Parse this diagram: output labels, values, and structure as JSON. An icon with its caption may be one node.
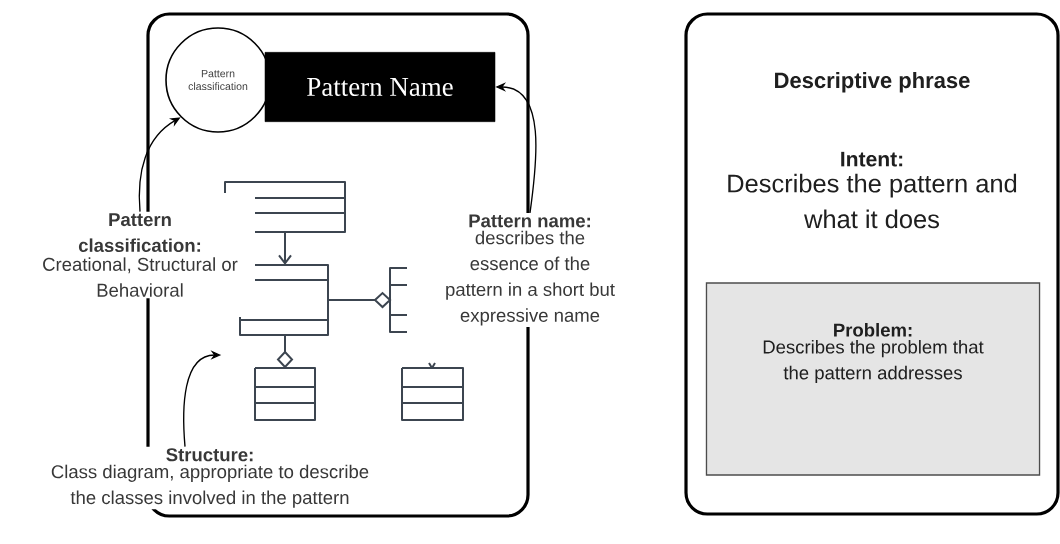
{
  "diagram": {
    "nodes": [
      {
        "text": [],
        "shape": "box"
      },
      {
        "text": [
          "Pattern classification"
        ],
        "in": 0
      },
      {
        "text": [
          "Pattern Name"
        ],
        "in": 0
      },
      {
        "text": [],
        "shape": "picture",
        "in": 0
      },
      {
        "text": [
          "Pattern classification:",
          "Creational, Structural or Behavioral"
        ]
      },
      {
        "text": [
          "Pattern name:",
          "describes the essence of the pattern in a short but expressive name"
        ]
      },
      {
        "text": [
          "Structure:",
          "Class diagram, appropriate to describe the classes involved in the pattern"
        ]
      },
      {
        "text": [
          "Descriptive phrase",
          "Intent:",
          "Describes the pattern and what it does"
        ]
      },
      {
        "text": [
          "Problem:",
          "Describes the problem that the pattern addresses"
        ],
        "in": 7
      }
    ],
    "edges": [
      {
        "from": 4,
        "to": 1,
        "arrow": "to"
      },
      {
        "from": 5,
        "to": 2,
        "arrow": "to"
      },
      {
        "from": 6,
        "to": 3,
        "arrow": "to"
      }
    ]
  }
}
